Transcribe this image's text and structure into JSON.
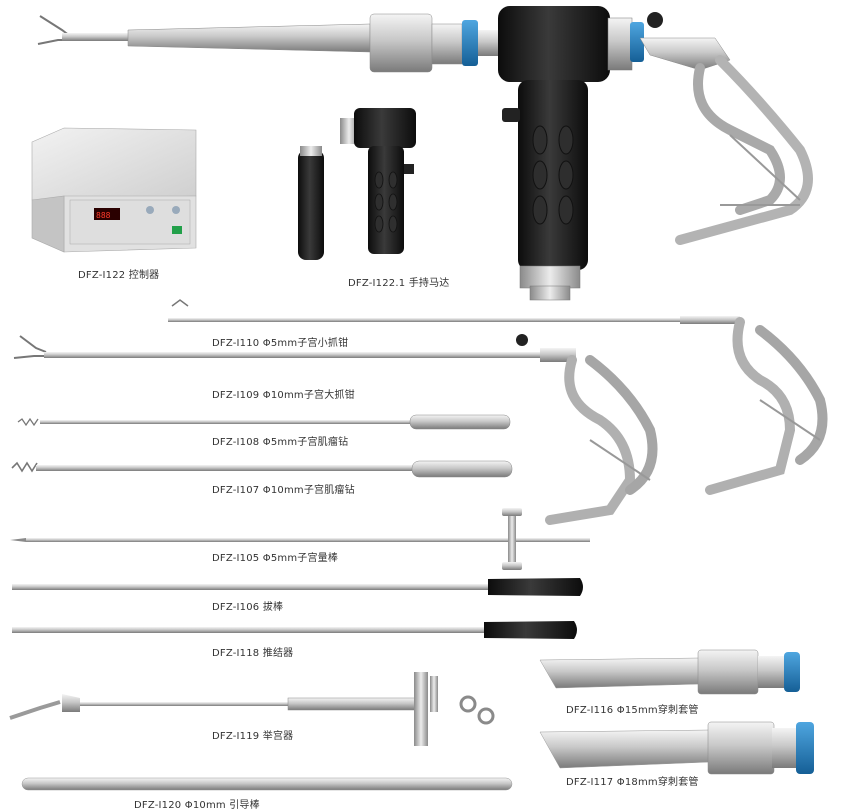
{
  "labels": {
    "controller": "DFZ-Ⅰ122 控制器",
    "motor": "DFZ-Ⅰ122.1 手持马达",
    "small_forceps": "DFZ-Ⅰ110 Φ5mm子宫小抓钳",
    "large_forceps": "DFZ-Ⅰ109 Φ10mm子宫大抓钳",
    "drill_5": "DFZ-Ⅰ108 Φ5mm子宫肌瘤钻",
    "drill_10": "DFZ-Ⅰ107 Φ10mm子宫肌瘤钻",
    "probe": "DFZ-Ⅰ105 Φ5mm子宫量棒",
    "extractor": "DFZ-Ⅰ106 拔棒",
    "knot_pusher": "DFZ-Ⅰ118 推结器",
    "manipulator": "DFZ-Ⅰ119 举宫器",
    "guide_rod": "DFZ-Ⅰ120 Φ10mm 引导棒",
    "trocar_15": "DFZ-Ⅰ116 Φ15mm穿刺套管",
    "trocar_18": "DFZ-Ⅰ117 Φ18mm穿刺套管"
  },
  "controller_display": "888",
  "colors": {
    "steel_light": "#e6e6e6",
    "steel_mid": "#b9b9b9",
    "steel_dark": "#7d7d7d",
    "black_grip": "#1c1c1c",
    "blue_ring": "#1f7fc4"
  }
}
